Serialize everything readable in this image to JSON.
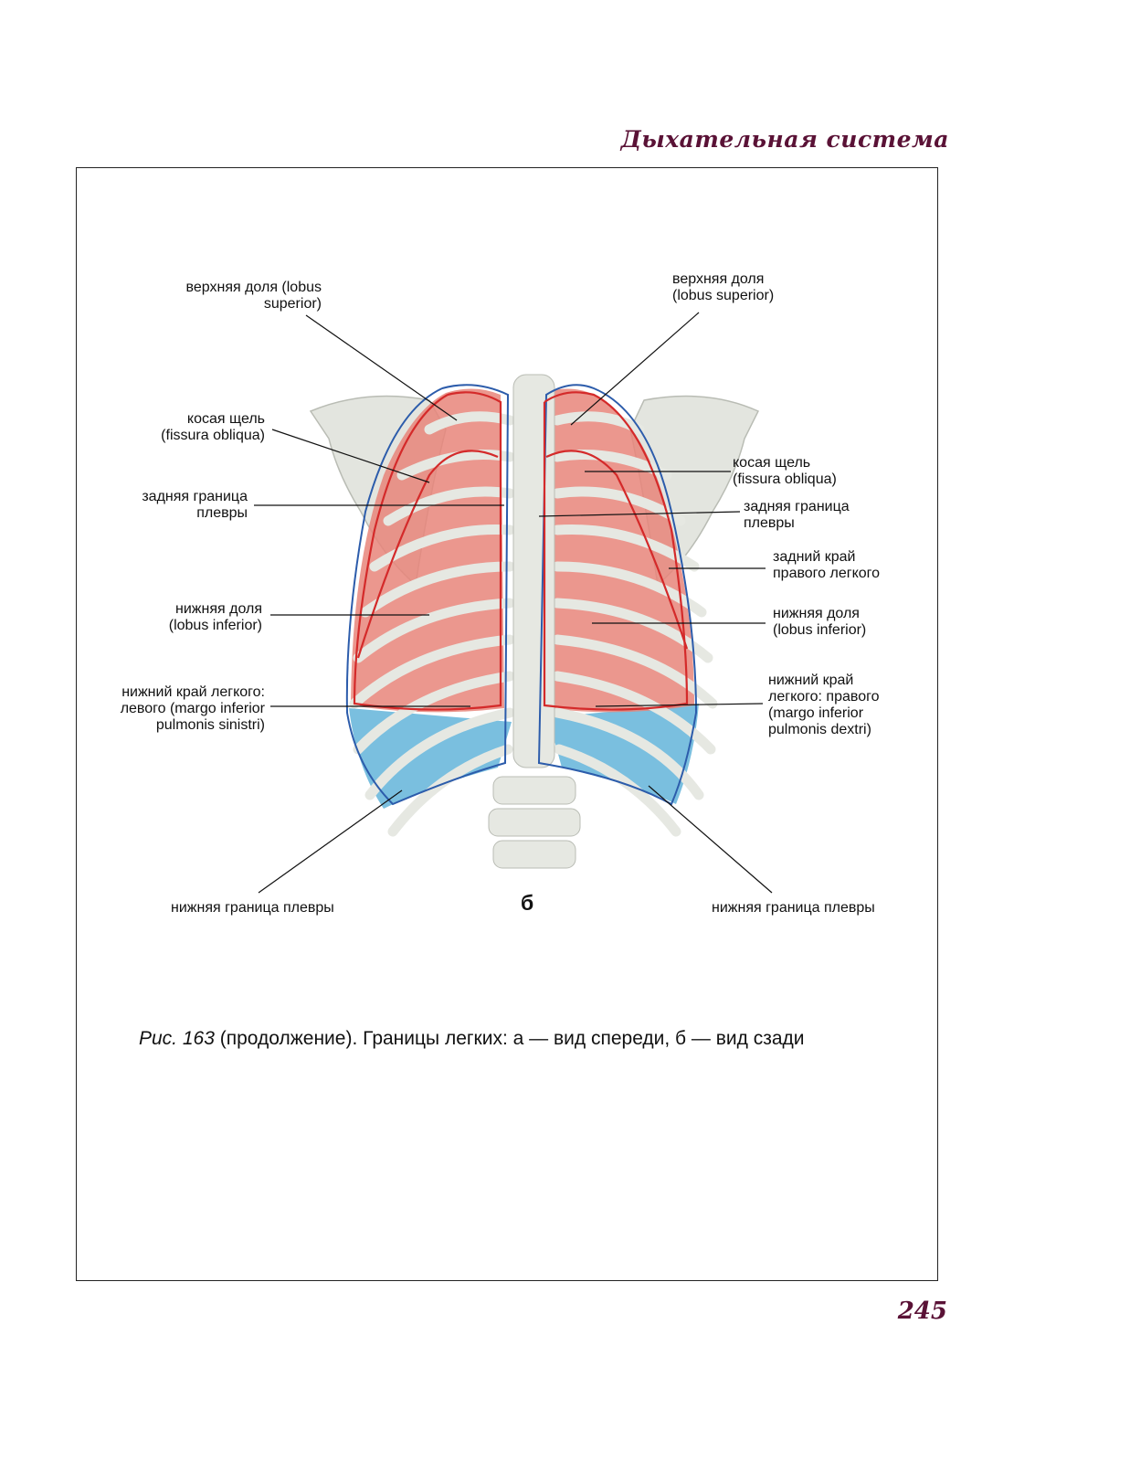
{
  "header": {
    "running_title": "Дыхательная система"
  },
  "figure": {
    "letter": "б",
    "labels": {
      "upper_lobe_left": [
        "верхняя доля (lobus",
        "superior)"
      ],
      "upper_lobe_right": [
        "верхняя доля",
        "(lobus superior)"
      ],
      "oblique_fissure_left": [
        "косая щель",
        "(fissura obliqua)"
      ],
      "oblique_fissure_right": [
        "косая щель",
        "(fissura obliqua)"
      ],
      "posterior_pleura_left": [
        "задняя граница",
        "плевры"
      ],
      "posterior_pleura_right": [
        "задняя граница",
        "плевры"
      ],
      "posterior_edge_right": [
        "задний край",
        "правого легкого"
      ],
      "lower_lobe_left": [
        "нижняя доля",
        "(lobus inferior)"
      ],
      "lower_lobe_right": [
        "нижняя доля",
        "(lobus inferior)"
      ],
      "inferior_margin_left": [
        "нижний край легкого:",
        "левого (margo inferior",
        "pulmonis sinistri)"
      ],
      "inferior_margin_right": [
        "нижний край",
        "легкого: правого",
        "(margo inferior",
        "pulmonis dextri)"
      ],
      "lower_pleura_left": "нижняя граница плевры",
      "lower_pleura_right": "нижняя граница плевры"
    }
  },
  "caption": {
    "prefix": "Рис. 163",
    "text": " (продолжение). Границы легких: а — вид спереди, б — вид сзади"
  },
  "page_number": "245",
  "colors": {
    "lung": "#e8857a",
    "pleura_blue": "#6cb8dc",
    "bone": "#e6e8e2",
    "accent": "#5a1236",
    "red_line": "#d42a2a",
    "blue_line": "#2c5cab"
  }
}
